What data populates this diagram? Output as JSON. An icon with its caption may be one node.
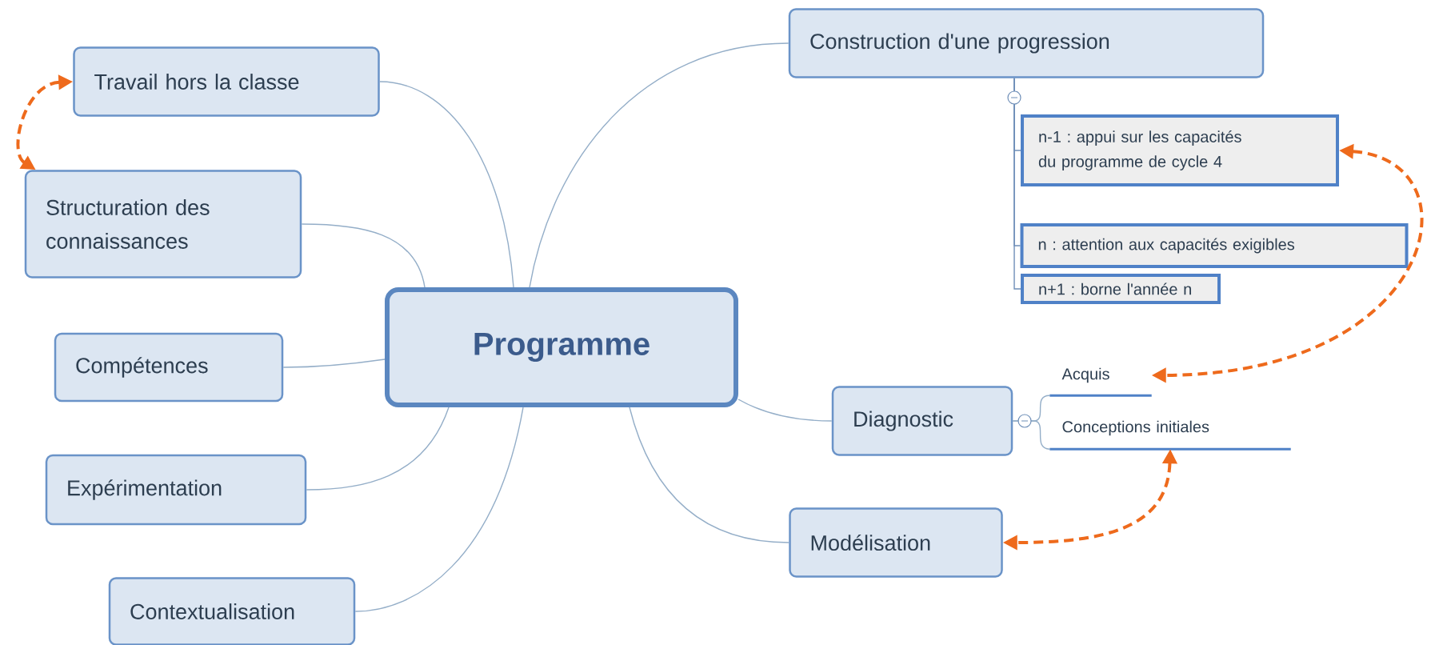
{
  "diagram": {
    "nodes": [
      {
        "text": [
          "Programme"
        ]
      },
      {
        "text": [
          "Travail hors la classe"
        ]
      },
      {
        "text": [
          "Structuration des connaissances"
        ]
      },
      {
        "text": [
          "Compétences"
        ]
      },
      {
        "text": [
          "Expérimentation"
        ]
      },
      {
        "text": [
          "Contextualisation"
        ]
      },
      {
        "text": [
          "Construction d'une progression"
        ]
      },
      {
        "text": [
          "n-1 : appui sur les capacités du programme de cycle 4"
        ]
      },
      {
        "text": [
          "n : attention aux capacités exigibles"
        ]
      },
      {
        "text": [
          "n+1 : borne l'année n"
        ]
      },
      {
        "text": [
          "Diagnostic"
        ]
      },
      {
        "text": [
          "Acquis"
        ]
      },
      {
        "text": [
          "Conceptions initiales"
        ]
      },
      {
        "text": [
          "Modélisation"
        ]
      }
    ],
    "edges": [
      {
        "from": 0,
        "to": 1,
        "arrow": "none"
      },
      {
        "from": 0,
        "to": 2,
        "arrow": "none"
      },
      {
        "from": 0,
        "to": 3,
        "arrow": "none"
      },
      {
        "from": 0,
        "to": 4,
        "arrow": "none"
      },
      {
        "from": 0,
        "to": 5,
        "arrow": "none"
      },
      {
        "from": 0,
        "to": 6,
        "arrow": "none"
      },
      {
        "from": 0,
        "to": 10,
        "arrow": "none"
      },
      {
        "from": 0,
        "to": 13,
        "arrow": "none"
      },
      {
        "from": 6,
        "to": 7,
        "arrow": "none"
      },
      {
        "from": 6,
        "to": 8,
        "arrow": "none"
      },
      {
        "from": 6,
        "to": 9,
        "arrow": "none"
      },
      {
        "from": 10,
        "to": 11,
        "arrow": "none"
      },
      {
        "from": 10,
        "to": 12,
        "arrow": "none"
      },
      {
        "from": 1,
        "to": 2,
        "arrow": "both",
        "style": "dashed",
        "color": "#ee6a1c"
      },
      {
        "from": 7,
        "to": 11,
        "arrow": "both",
        "style": "dashed",
        "color": "#ee6a1c"
      },
      {
        "from": 12,
        "to": 13,
        "arrow": "both",
        "style": "dashed",
        "color": "#ee6a1c"
      }
    ]
  }
}
